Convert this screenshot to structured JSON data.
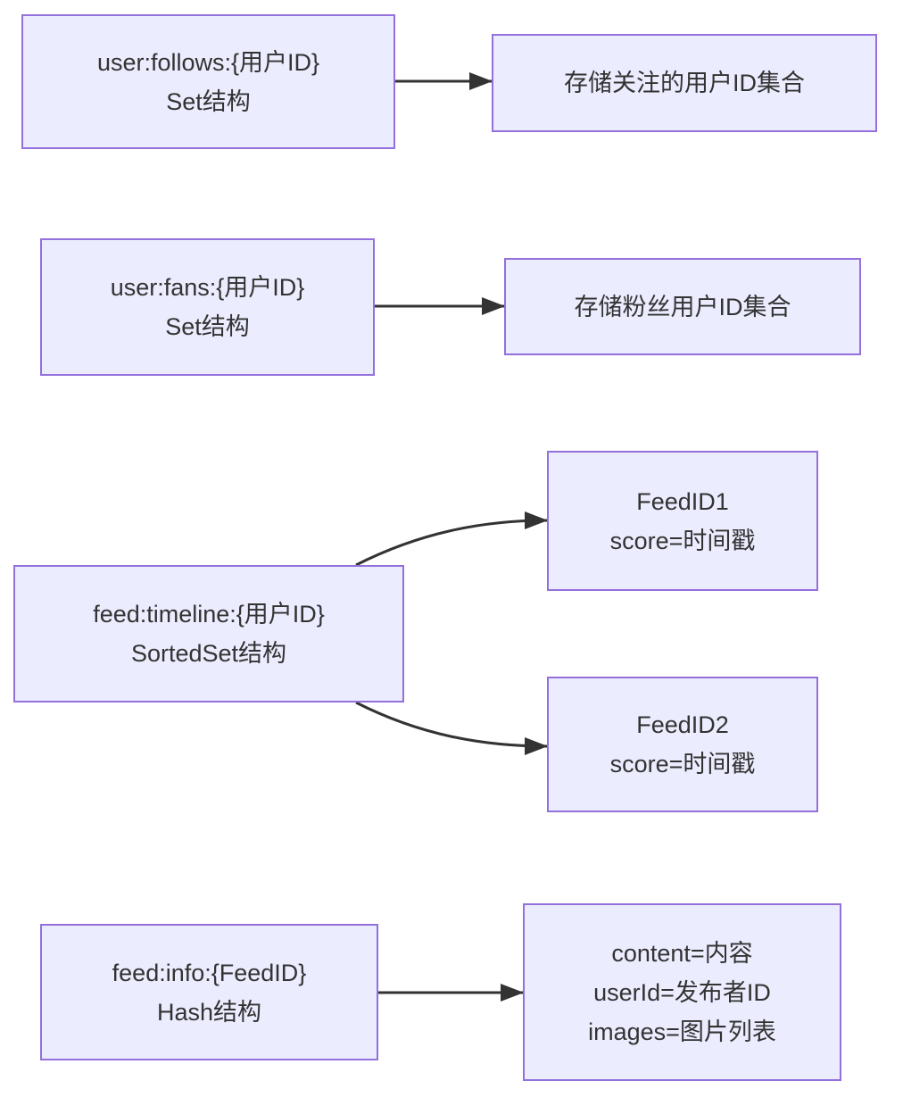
{
  "diagram": {
    "type": "flowchart",
    "colors": {
      "node_fill": "#ECECFF",
      "node_border": "#9370DB",
      "text": "#333333",
      "arrow": "#333333",
      "background": "#FFFFFF"
    },
    "nodes": [
      {
        "id": "follows-key",
        "lines": [
          "user:follows:{用户ID}",
          "Set结构"
        ]
      },
      {
        "id": "follows-desc",
        "lines": [
          "存储关注的用户ID集合"
        ]
      },
      {
        "id": "fans-key",
        "lines": [
          "user:fans:{用户ID}",
          "Set结构"
        ]
      },
      {
        "id": "fans-desc",
        "lines": [
          "存储粉丝用户ID集合"
        ]
      },
      {
        "id": "timeline-key",
        "lines": [
          "feed:timeline:{用户ID}",
          "SortedSet结构"
        ]
      },
      {
        "id": "feed1",
        "lines": [
          "FeedID1",
          "score=时间戳"
        ]
      },
      {
        "id": "feed2",
        "lines": [
          "FeedID2",
          "score=时间戳"
        ]
      },
      {
        "id": "info-key",
        "lines": [
          "feed:info:{FeedID}",
          "Hash结构"
        ]
      },
      {
        "id": "info-desc",
        "lines": [
          "content=内容",
          "userId=发布者ID",
          "images=图片列表"
        ]
      }
    ],
    "edges": [
      {
        "from": "follows-key",
        "to": "follows-desc",
        "style": "straight-arrow"
      },
      {
        "from": "fans-key",
        "to": "fans-desc",
        "style": "straight-arrow"
      },
      {
        "from": "timeline-key",
        "to": "feed1",
        "style": "curved-arrow"
      },
      {
        "from": "timeline-key",
        "to": "feed2",
        "style": "curved-arrow"
      },
      {
        "from": "info-key",
        "to": "info-desc",
        "style": "straight-arrow"
      }
    ]
  }
}
